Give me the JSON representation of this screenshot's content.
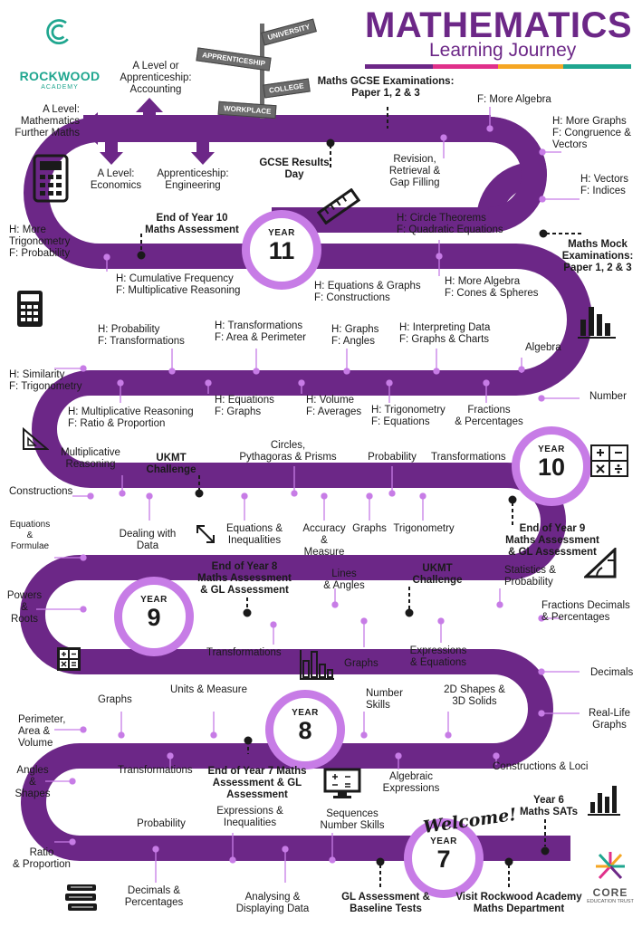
{
  "header": {
    "title": "MATHEMATICS",
    "subtitle": "Learning Journey",
    "stripe_colors": [
      "#6c2787",
      "#e0308a",
      "#f5a623",
      "#1fa68f"
    ]
  },
  "logos": {
    "school_name": "ROCKWOOD",
    "school_sub": "ACADEMY",
    "trust_name": "CORE",
    "trust_sub": "EDUCATION TRUST"
  },
  "signpost": [
    "UNIVERSITY",
    "APPRENTICESHIP",
    "COLLEGE",
    "WORKPLACE"
  ],
  "colors": {
    "road": "#6c2787",
    "badge_ring": "#c77ce6",
    "connector": "#c77ce6"
  },
  "welcome": "Welcome!",
  "years": [
    "YEAR",
    "11",
    "10",
    "9",
    "8",
    "7"
  ],
  "labels": {
    "alevel_accounting": "A Level or\nApprenticeship:\nAccounting",
    "alevel_further": "A Level:\nMathematics\nFurther Maths",
    "alevel_econ": "A Level:\nEconomics",
    "app_eng": "Apprenticeship:\nEngineering",
    "gcse_exams": "Maths GCSE Examinations:\nPaper 1, 2 & 3",
    "more_algebra": "F: More Algebra",
    "more_graphs": "H: More Graphs\nF: Congruence &\nVectors",
    "gcse_results": "GCSE Results\nDay",
    "revision": "Revision,\nRetrieval &\nGap Filling",
    "vectors": "H: Vectors\nF: Indices",
    "end_y10": "End of Year 10\nMaths Assessment",
    "circle_theorems": "H: Circle Theorems\nF: Quadratic Equations",
    "mock_exams": "Maths Mock\nExaminations:\nPaper 1, 2 & 3",
    "more_trig": "H: More\nTrigonometry\nF: Probability",
    "cumulative": "H: Cumulative Frequency\nF: Multiplicative Reasoning",
    "eq_graphs": "H: Equations & Graphs\nF: Constructions",
    "more_algebra2": "H: More Algebra\nF: Cones & Spheres",
    "h_probability": "H: Probability\nF: Transformations",
    "h_transformations": "H: Transformations\nF: Area & Perimeter",
    "h_graphs": "H: Graphs\nF: Angles",
    "interpreting": "H: Interpreting Data\nF: Graphs & Charts",
    "algebra": "Algebra",
    "number": "Number",
    "similarity": "H: Similarity\nF: Trigonometry",
    "mult_reasoning": "H: Multiplicative Reasoning\nF: Ratio & Proportion",
    "h_equations": "H: Equations\nF: Graphs",
    "h_volume": "H: Volume\nF: Averages",
    "h_trig": "H: Trigonometry\nF: Equations",
    "fractions_pct": "Fractions\n& Percentages",
    "mult_reasoning9": "Multiplicative\nReasoning",
    "ukmt1": "UKMT\nChallenge",
    "circles": "Circles,\nPythagoras & Prisms",
    "probability9": "Probability",
    "transformations9": "Transformations",
    "constructions": "Constructions",
    "dealing_data": "Dealing with\nData",
    "eq_ineq9": "Equations &\nInequalities",
    "accuracy": "Accuracy\n&\nMeasure",
    "graphs9": "Graphs",
    "trigonometry9": "Trigonometry",
    "end_y9": "End of Year 9\nMaths Assessment\n& GL Assessment",
    "eq_formulae": "Equations\n&\nFormulae",
    "end_y8": "End of Year 8\nMaths Assessment\n& GL Assessment",
    "lines_angles": "Lines\n& Angles",
    "ukmt2": "UKMT\nChallenge",
    "stats_prob": "Statistics &\nProbability",
    "powers_roots": "Powers\n&\nRoots",
    "frac_dec": "Fractions Decimals\n& Percentages",
    "transformations8": "Transformations",
    "graphs8": "Graphs",
    "expressions8": "Expressions\n& Equations",
    "decimals": "Decimals",
    "graphs7top": "Graphs",
    "units": "Units & Measure",
    "number_skills": "Number\nSkills",
    "shapes2d3d": "2D Shapes &\n3D Solids",
    "real_life": "Real-Life\nGraphs",
    "perimeter": "Perimeter,\nArea &\nVolume",
    "transformations7": "Transformations",
    "end_y7": "End of Year 7 Maths\nAssessment & GL\nAssessment",
    "algebraic": "Algebraic\nExpressions",
    "constructions_loci": "Constructions & Loci",
    "angles_shapes": "Angles\n&\nShapes",
    "exp_ineq7": "Expressions &\nInequalities",
    "probability7": "Probability",
    "sequences": "Sequences\nNumber Skills",
    "year6_sats": "Year 6\nMaths SATs",
    "ratio": "Ratio\n& Proportion",
    "decimals_pct": "Decimals &\nPercentages",
    "analysing": "Analysing &\nDisplaying Data",
    "gl_baseline": "GL Assessment &\nBaseline Tests",
    "visit": "Visit Rockwood Academy\nMaths Department"
  },
  "icons": [
    "calculator-icon",
    "ruler-icon",
    "calculator-icon",
    "bar-chart-icon",
    "set-square-icon",
    "operations-icon",
    "protractor-icon",
    "calculator-keys-icon",
    "bar-chart-icon",
    "monitor-icon",
    "bar-chart-icon",
    "books-icon"
  ]
}
